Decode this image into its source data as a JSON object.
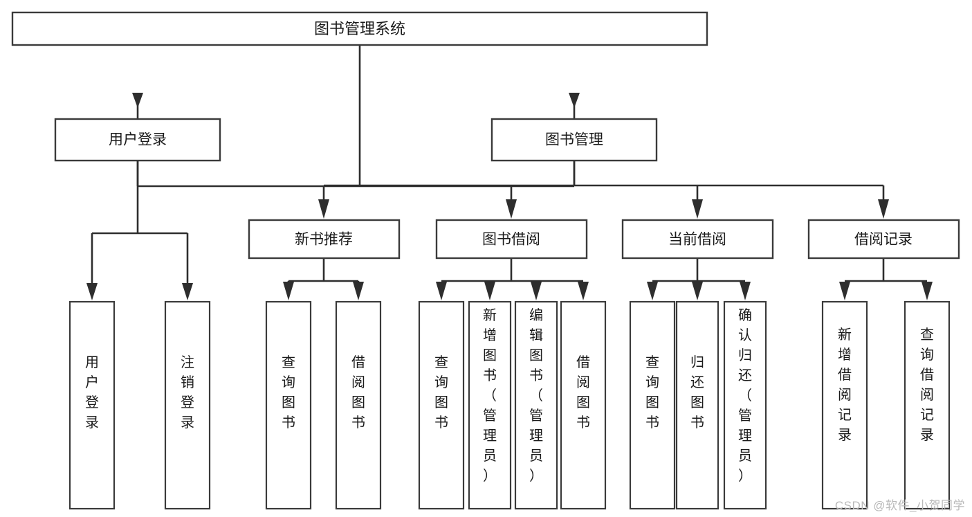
{
  "diagram": {
    "title": "图书管理系统",
    "type": "tree-hierarchy",
    "watermark": "CSDN @软件_小贺同学",
    "colors": {
      "box_stroke": "#3a3a3a",
      "edge": "#2e2e2e",
      "background": "#ffffff",
      "text": "#1a1a1a",
      "watermark": "#b9b9b9"
    },
    "root": {
      "label": "图书管理系统"
    },
    "level2": [
      {
        "label": "用户登录"
      },
      {
        "label": "图书管理"
      }
    ],
    "level3": [
      {
        "label": "新书推荐"
      },
      {
        "label": "图书借阅"
      },
      {
        "label": "当前借阅"
      },
      {
        "label": "借阅记录"
      }
    ],
    "leaves": {
      "user_login": [
        {
          "label": "用户登录",
          "chars": [
            "用",
            "户",
            "登",
            "录"
          ]
        },
        {
          "label": "注销登录",
          "chars": [
            "注",
            "销",
            "登",
            "录"
          ]
        }
      ],
      "new_book_recommend": [
        {
          "label": "查询图书",
          "chars": [
            "查",
            "询",
            "图",
            "书"
          ]
        },
        {
          "label": "借阅图书",
          "chars": [
            "借",
            "阅",
            "图",
            "书"
          ]
        }
      ],
      "book_borrow": [
        {
          "label": "查询图书",
          "chars": [
            "查",
            "询",
            "图",
            "书"
          ]
        },
        {
          "label": "新增图书（管理员）",
          "chars": [
            "新",
            "增",
            "图",
            "书",
            "（",
            "管",
            "理",
            "员",
            "）"
          ]
        },
        {
          "label": "编辑图书（管理员）",
          "chars": [
            "编",
            "辑",
            "图",
            "书",
            "（",
            "管",
            "理",
            "员",
            "）"
          ]
        },
        {
          "label": "借阅图书",
          "chars": [
            "借",
            "阅",
            "图",
            "书"
          ]
        }
      ],
      "current_borrow": [
        {
          "label": "查询图书",
          "chars": [
            "查",
            "询",
            "图",
            "书"
          ]
        },
        {
          "label": "归还图书",
          "chars": [
            "归",
            "还",
            "图",
            "书"
          ]
        },
        {
          "label": "确认归还（管理员）",
          "chars": [
            "确",
            "认",
            "归",
            "还",
            "（",
            "管",
            "理",
            "员",
            "）"
          ]
        }
      ],
      "borrow_record": [
        {
          "label": "新增借阅记录",
          "chars": [
            "新",
            "增",
            "借",
            "阅",
            "记",
            "录"
          ]
        },
        {
          "label": "查询借阅记录",
          "chars": [
            "查",
            "询",
            "借",
            "阅",
            "记",
            "录"
          ]
        }
      ]
    }
  }
}
